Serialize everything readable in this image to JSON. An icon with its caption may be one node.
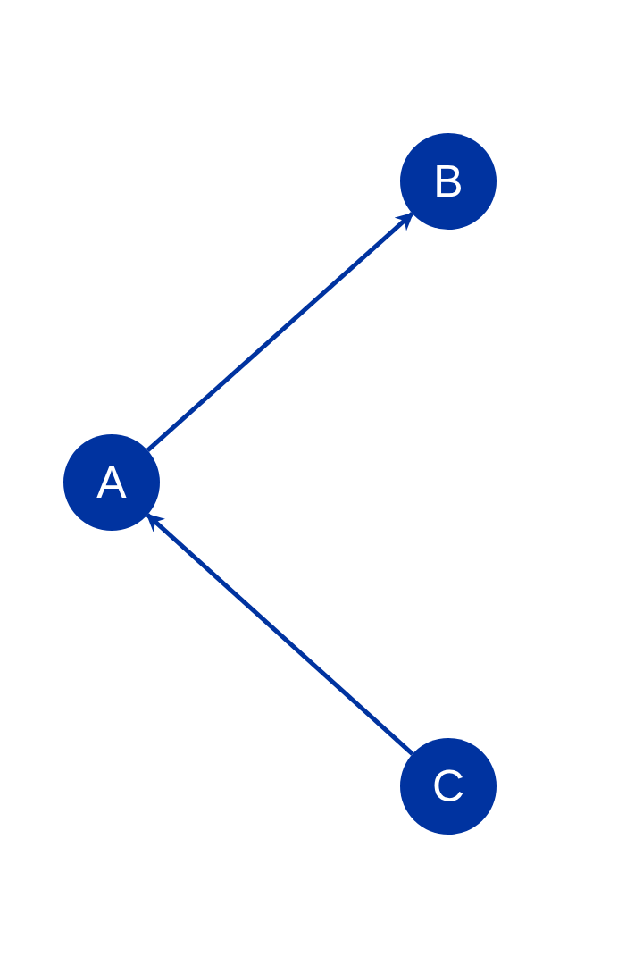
{
  "diagram": {
    "nodes": [
      {
        "text": [
          "B"
        ]
      },
      {
        "text": [
          "A"
        ]
      },
      {
        "text": [
          "C"
        ]
      }
    ],
    "edges": [
      {
        "from": 1,
        "to": 0,
        "arrow": "to"
      },
      {
        "from": 2,
        "to": 1,
        "arrow": "to"
      }
    ]
  }
}
